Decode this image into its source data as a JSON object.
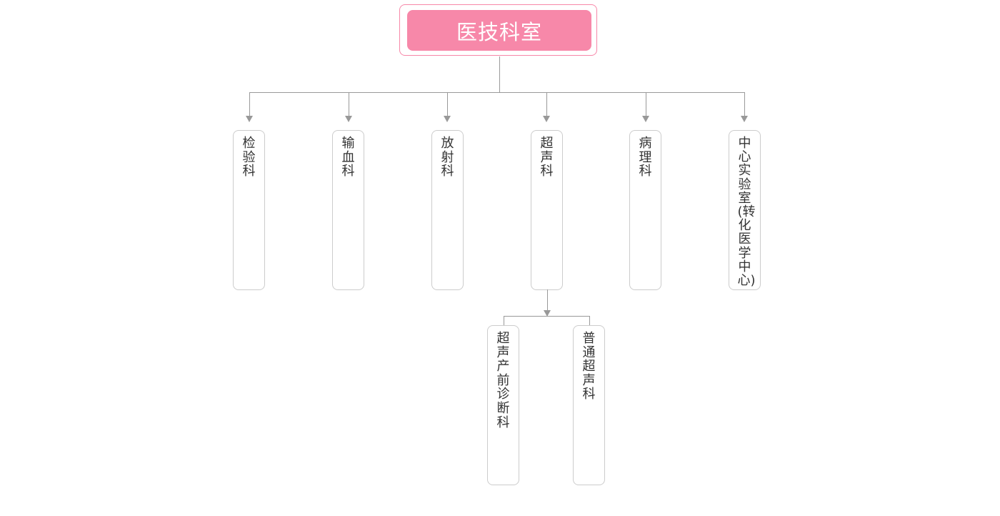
{
  "root": {
    "label": "医技科室",
    "color": "#f788a9"
  },
  "departments": [
    {
      "label": "检验科"
    },
    {
      "label": "输血科"
    },
    {
      "label": "放射科"
    },
    {
      "label": "超声科"
    },
    {
      "label": "病理科"
    },
    {
      "label": "中心实验室(转化医学中心)"
    }
  ],
  "ultrasound_children": [
    {
      "label": "超声产前诊断科"
    },
    {
      "label": "普通超声科"
    }
  ]
}
